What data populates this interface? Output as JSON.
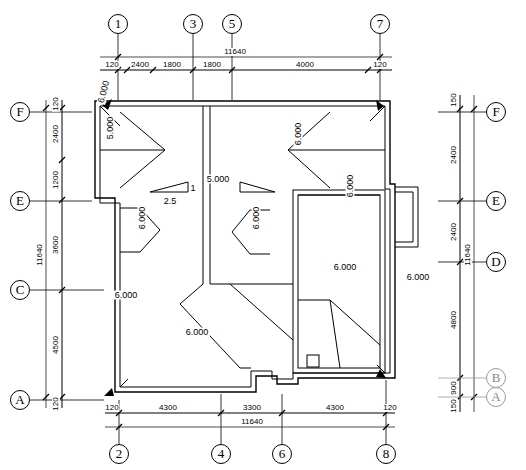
{
  "diagram": {
    "nodes": [
      {
        "text": [
          "1"
        ]
      },
      {
        "text": [
          "3"
        ]
      },
      {
        "text": [
          "5"
        ]
      },
      {
        "text": [
          "7"
        ]
      },
      {
        "text": [
          "F"
        ]
      },
      {
        "text": [
          "F"
        ]
      },
      {
        "text": [
          "E"
        ]
      },
      {
        "text": [
          "E"
        ]
      },
      {
        "text": [
          "D"
        ]
      },
      {
        "text": [
          "C"
        ]
      },
      {
        "text": [
          "B"
        ]
      },
      {
        "text": [
          "A"
        ]
      },
      {
        "text": [
          "A"
        ]
      },
      {
        "text": [
          "2"
        ]
      },
      {
        "text": [
          "4"
        ]
      },
      {
        "text": [
          "6"
        ]
      },
      {
        "text": [
          "8"
        ]
      }
    ],
    "labels": [
      "11640",
      "120",
      "2400",
      "1800",
      "1800",
      "4000",
      "120",
      "120",
      "2400",
      "1200",
      "3600",
      "4500",
      "120",
      "11640",
      "150",
      "2400",
      "2400",
      "4800",
      "900",
      "150",
      "11640",
      "120",
      "4300",
      "3300",
      "4300",
      "120",
      "11640",
      "6.000",
      "5.000",
      "6.000",
      "5.000",
      "6.000",
      "6.000",
      "6.000",
      "6.000",
      "6.000",
      "6.000",
      "6.000",
      "2.5",
      "1"
    ]
  }
}
